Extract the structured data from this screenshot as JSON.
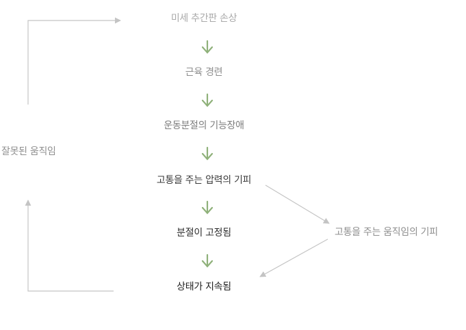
{
  "nodes": {
    "step1": "미세 추간판 손상",
    "step2": "근육 경련",
    "step3": "운동분절의 기능장애",
    "step4": "고통을 주는 압력의 기피",
    "step5": "분절이 고정됨",
    "step6": "상태가 지속됨"
  },
  "side": {
    "left": "잘못된 움직임",
    "right": "고통을 주는 움직임의 기피"
  },
  "colors": {
    "down_arrow": "#8fb17a",
    "loop_line": "#c4c4c4"
  }
}
